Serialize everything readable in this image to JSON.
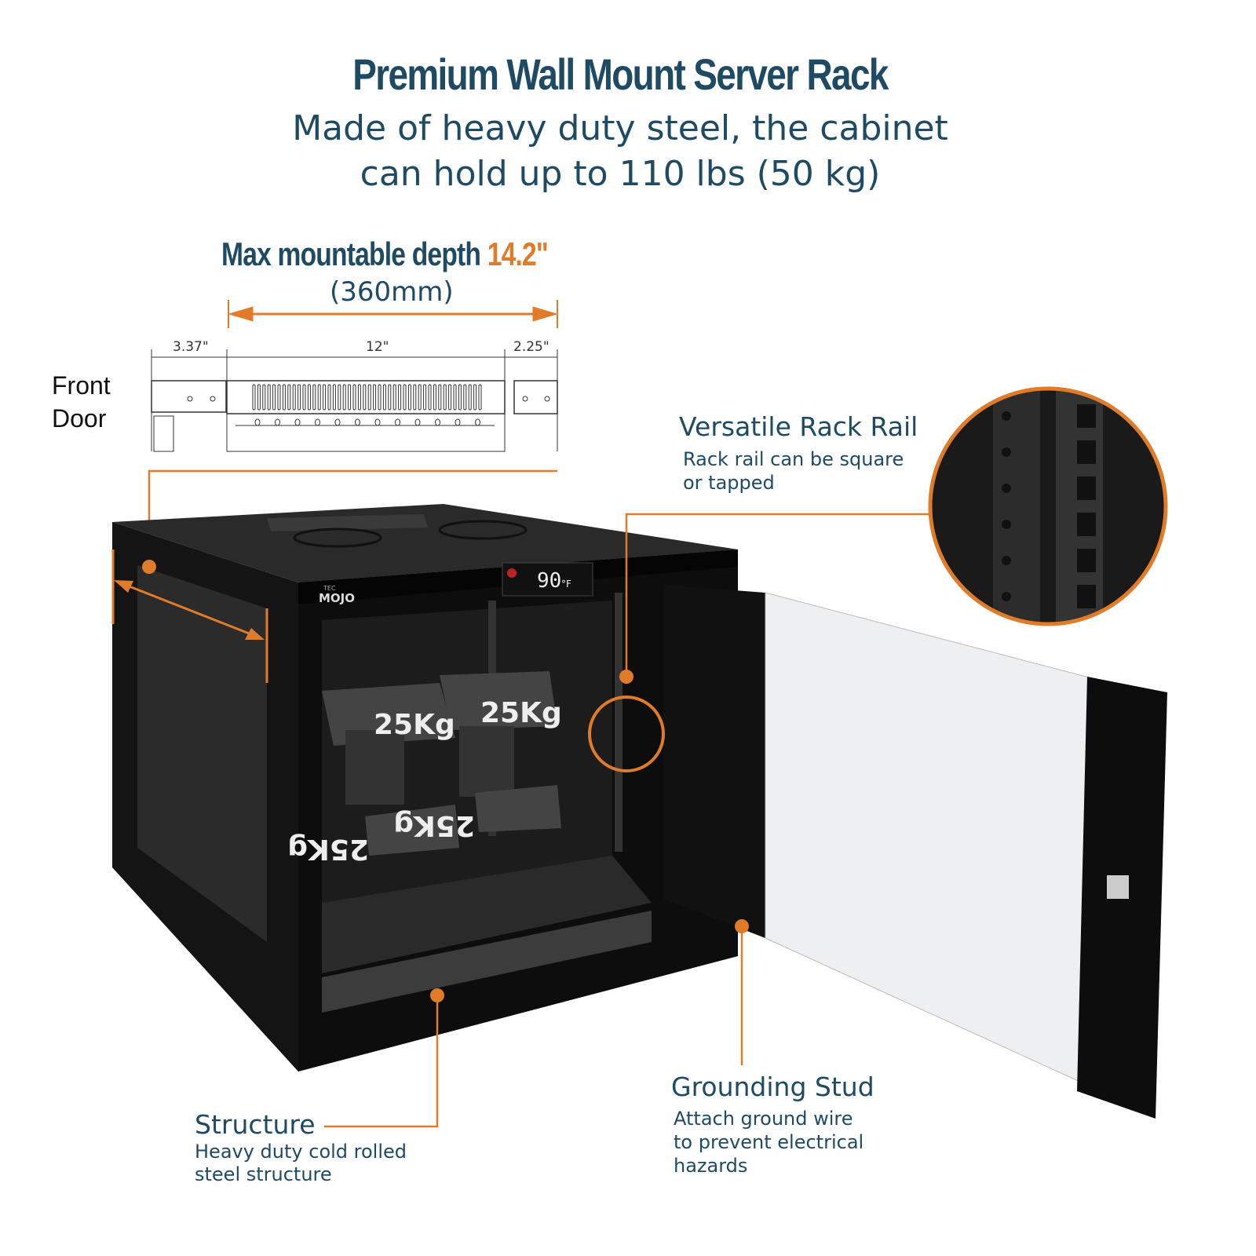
{
  "header": {
    "title": "Premium Wall Mount Server Rack",
    "subtitle_line1": "Made of heavy duty steel, the cabinet",
    "subtitle_line2": "can hold up to 110 lbs (50 kg)"
  },
  "depth": {
    "label": "Max mountable depth",
    "value": "14.2\"",
    "metric": "(360mm)",
    "dims": [
      "3.37\"",
      "12\"",
      "2.25\""
    ],
    "front_door_line1": "Front",
    "front_door_line2": "Door"
  },
  "product": {
    "brand_top": "TEC",
    "brand": "MOJO",
    "temperature": "90",
    "temp_unit": "°F",
    "weight_label": "25Kg"
  },
  "callouts": {
    "rail": {
      "title": "Versatile Rack Rail",
      "line1": "Rack rail can be square",
      "line2": "or tapped"
    },
    "ground": {
      "title": "Grounding Stud",
      "line1": "Attach ground wire",
      "line2": "to prevent electrical",
      "line3": "hazards"
    },
    "structure": {
      "title": "Structure",
      "line1": "Heavy duty cold rolled",
      "line2": "steel structure"
    }
  },
  "colors": {
    "accent": "#e07b2a",
    "heading": "#1f4a63"
  }
}
